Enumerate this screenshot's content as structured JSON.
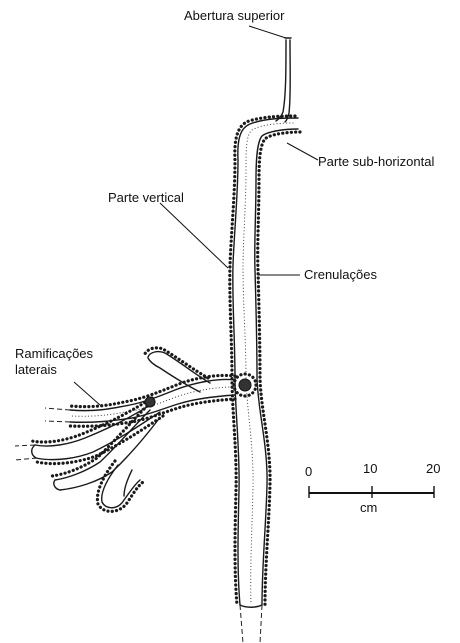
{
  "labels": {
    "top_opening": "Abertura superior",
    "sub_horizontal": "Parte sub-horizontal",
    "vertical": "Parte vertical",
    "crenulations": "Crenulações",
    "branches_line1": "Ramificações",
    "branches_line2": "laterais"
  },
  "scale": {
    "tick_0": "0",
    "tick_10": "10",
    "tick_20": "20",
    "unit": "cm"
  }
}
